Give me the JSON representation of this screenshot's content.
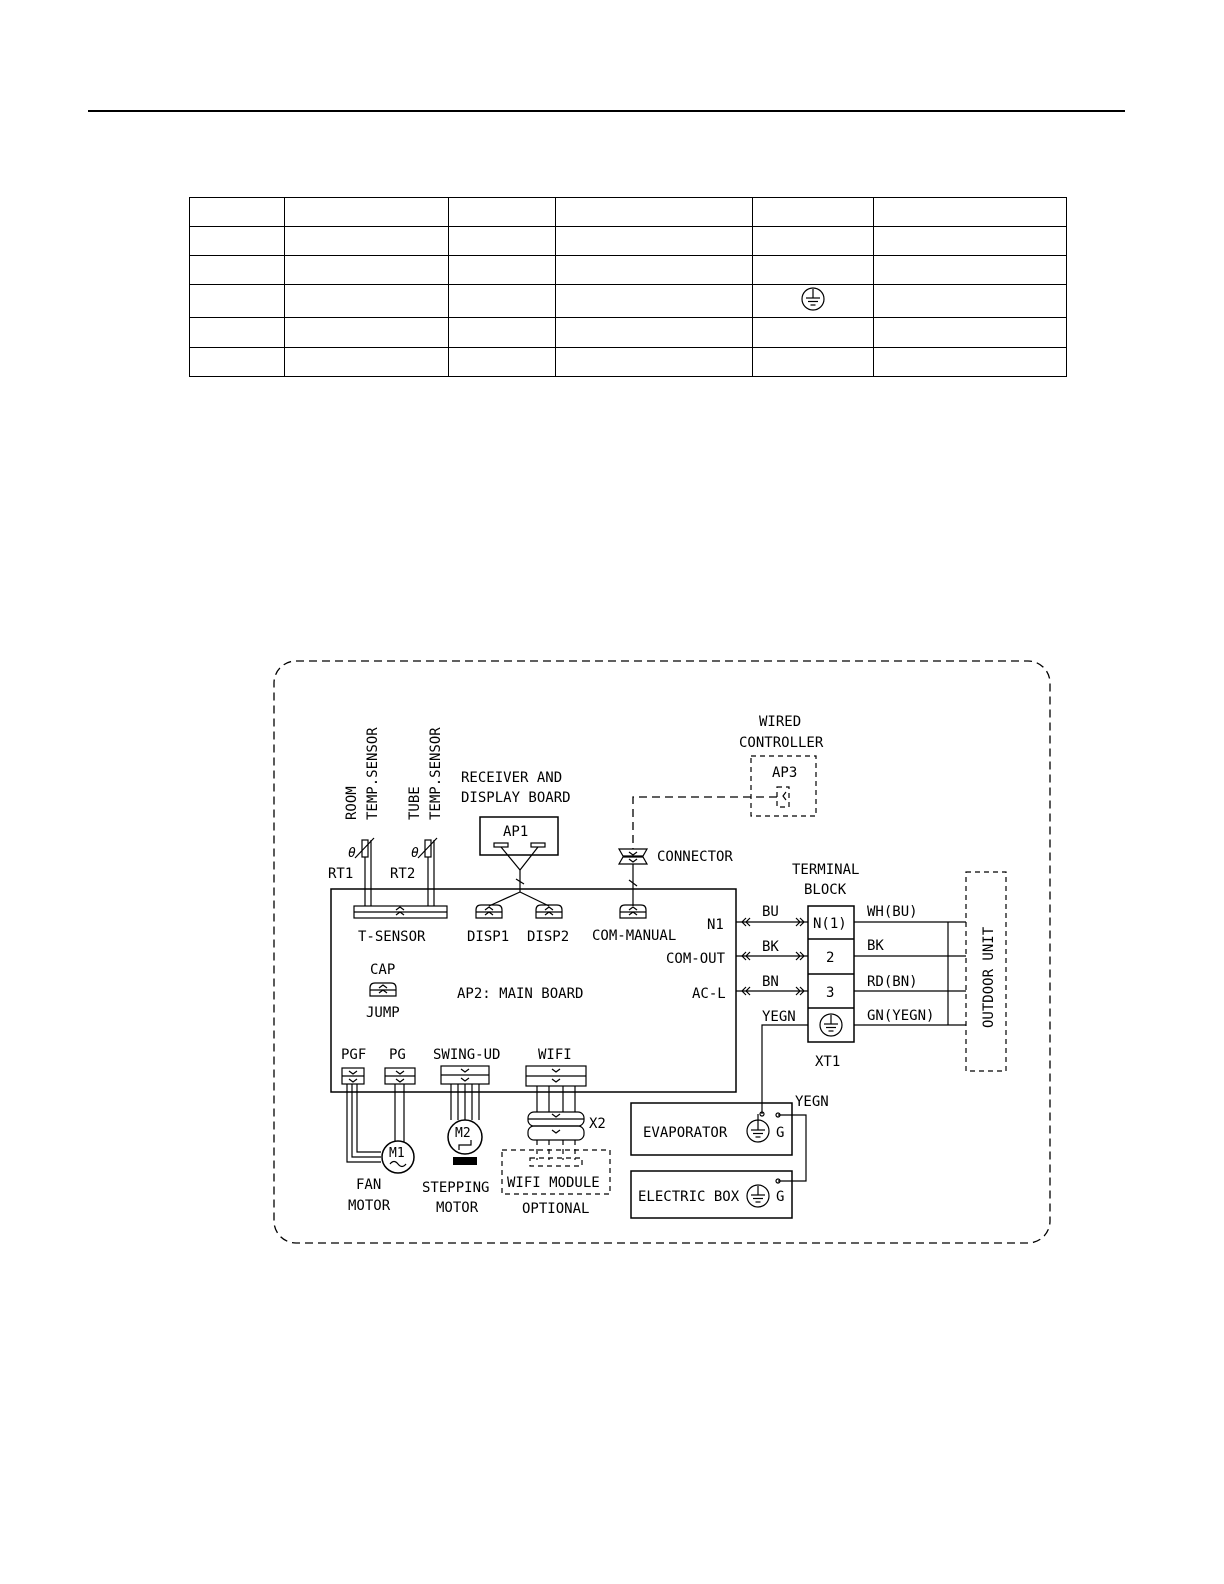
{
  "legend_table": {
    "rows": [
      [
        "",
        "",
        "",
        "",
        "",
        ""
      ],
      [
        "",
        "",
        "",
        "",
        "",
        ""
      ],
      [
        "",
        "",
        "",
        "",
        "",
        ""
      ],
      [
        "",
        "",
        "",
        "",
        "ground-icon",
        ""
      ],
      [
        "",
        "",
        "",
        "",
        "",
        ""
      ],
      [
        "",
        "",
        "",
        "",
        "",
        ""
      ]
    ]
  },
  "labels": {
    "room_sensor_1": "ROOM",
    "room_sensor_2": "TEMP.SENSOR",
    "tube_sensor_1": "TUBE",
    "tube_sensor_2": "TEMP.SENSOR",
    "rt1": "RT1",
    "rt2": "RT2",
    "receiver_1": "RECEIVER AND",
    "receiver_2": "DISPLAY BOARD",
    "ap1": "AP1",
    "wired_1": "WIRED",
    "wired_2": "CONTROLLER",
    "ap3": "AP3",
    "connector": "CONNECTOR",
    "terminal_1": "TERMINAL",
    "terminal_2": "BLOCK",
    "t_sensor": "T-SENSOR",
    "disp1": "DISP1",
    "disp2": "DISP2",
    "com_manual": "COM-MANUAL",
    "n1": "N1",
    "com_out": "COM-OUT",
    "ac_l": "AC-L",
    "cap": "CAP",
    "jump": "JUMP",
    "main_board": "AP2: MAIN BOARD",
    "pgf": "PGF",
    "pg": "PG",
    "swing_ud": "SWING-UD",
    "wifi": "WIFI",
    "bu": "BU",
    "bk_in": "BK",
    "bn": "BN",
    "yegn_in": "YEGN",
    "tb_n1": "N(1)",
    "tb_2": "2",
    "tb_3": "3",
    "xt1": "XT1",
    "wh_bu": "WH(BU)",
    "bk_out": "BK",
    "rd_bn": "RD(BN)",
    "gn_yegn": "GN(YEGN)",
    "outdoor_unit": "OUTDOOR UNIT",
    "m1": "M1",
    "m2": "M2",
    "x2": "X2",
    "fan_1": "FAN",
    "fan_2": "MOTOR",
    "step_1": "STEPPING",
    "step_2": "MOTOR",
    "wifi_module": "WIFI MODULE",
    "optional": "OPTIONAL",
    "yegn_ground": "YEGN",
    "evaporator": "EVAPORATOR",
    "electric_box": "ELECTRIC BOX",
    "g1": "G",
    "g2": "G"
  }
}
